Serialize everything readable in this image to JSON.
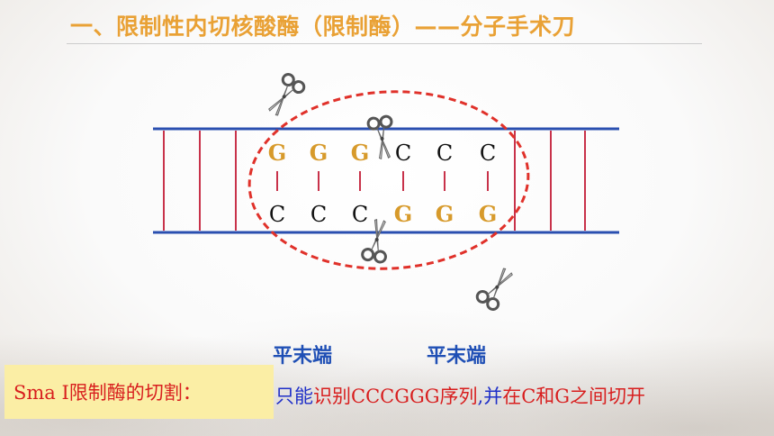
{
  "slide": {
    "title": "一、限制性内切核酸酶（限制酶）——分子手术刀",
    "bases_top": [
      "G",
      "G",
      "G",
      "C",
      "C",
      "C"
    ],
    "bases_bottom": [
      "C",
      "C",
      "C",
      "G",
      "G",
      "G"
    ],
    "label_left": "平末端",
    "label_right": "平末端",
    "caption_box": "Sma I限制酶的切割：",
    "caption_parts": [
      "只能",
      "识别CCCGGG序列",
      ",",
      "并",
      "在C和G之间切开"
    ],
    "colors": {
      "title": "#e9a135",
      "strand": "#2a4fb0",
      "rung": "#c8324a",
      "g_base": "#d79a2b",
      "ellipse": "#e0312a",
      "label": "#1f4fb5",
      "caption_red": "#d81e1e",
      "caption_blue": "#1f2fc8",
      "caption_box_bg": "#fbeea5"
    },
    "icons": [
      "scissors-icon"
    ]
  }
}
